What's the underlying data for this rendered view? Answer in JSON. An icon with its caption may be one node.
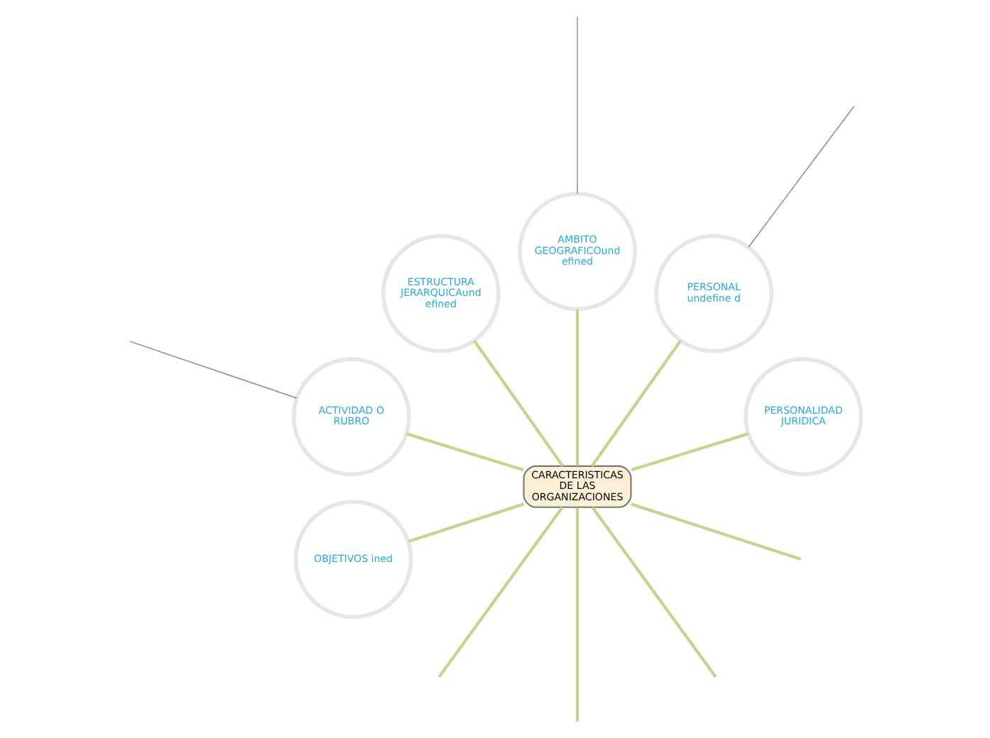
{
  "diagram": {
    "nodes": [
      {
        "text": [
          "CARACTERISTICAS DE LAS ORGANIZACIONES"
        ]
      },
      {
        "text": [
          "PERSONALIDAD JURIDICA"
        ]
      },
      {
        "text": [
          "PERSONAL undefine d"
        ]
      },
      {
        "text": [
          "AMBITO GEOGRAFICOund efined"
        ]
      },
      {
        "text": [
          "ESTRUCTURA JERARQUICAund efined"
        ]
      },
      {
        "text": [
          "ACTIVIDAD O RUBRO"
        ]
      },
      {
        "text": [
          "OBJETIVOS ined"
        ]
      }
    ],
    "edges": [
      {
        "from": 0,
        "to": null,
        "arrow": "none"
      },
      {
        "from": 0,
        "to": null,
        "arrow": "none"
      },
      {
        "from": 0,
        "to": 1,
        "arrow": "none"
      },
      {
        "from": 0,
        "to": 2,
        "arrow": "none"
      },
      {
        "from": 0,
        "to": 3,
        "arrow": "none"
      },
      {
        "from": 0,
        "to": 4,
        "arrow": "none"
      },
      {
        "from": 0,
        "to": 5,
        "arrow": "none"
      },
      {
        "from": 0,
        "to": null,
        "arrow": "none"
      },
      {
        "from": 0,
        "to": null,
        "arrow": "none"
      },
      {
        "from": 0,
        "to": 6,
        "arrow": "none"
      },
      {
        "from": 3,
        "to": null,
        "arrow": "none",
        "color": "#888888"
      },
      {
        "from": 5,
        "to": null,
        "arrow": "none",
        "color": "#888888"
      },
      {
        "from": 2,
        "to": null,
        "arrow": "none",
        "color": "#888888"
      }
    ]
  }
}
